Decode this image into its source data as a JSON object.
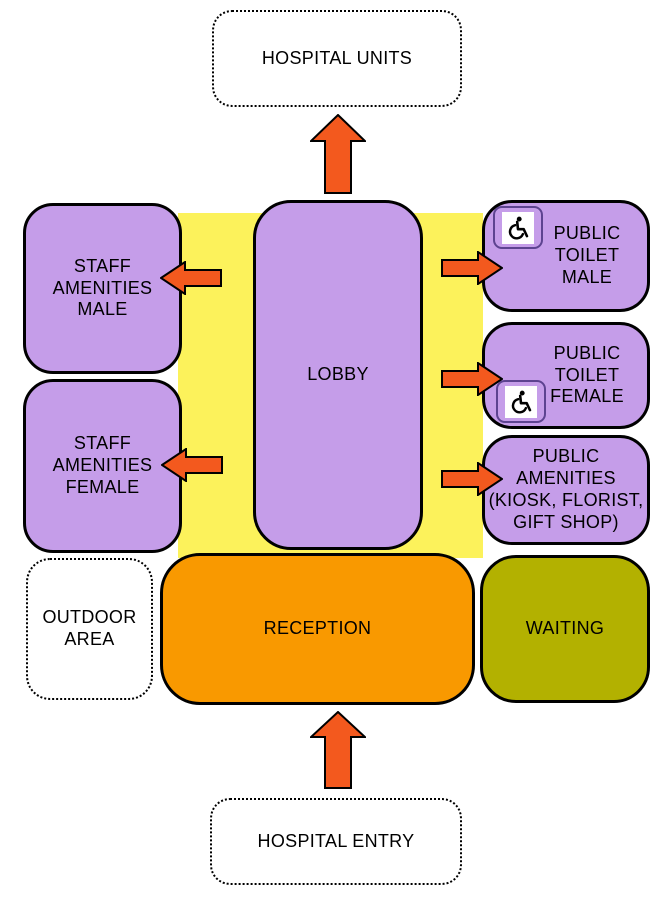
{
  "colors": {
    "room-purple": "#c59de9",
    "corridor-yellow": "#fcf25b",
    "reception-orange": "#f99900",
    "waiting-olive": "#b3b100",
    "arrow-orange": "#f3591e",
    "outline-black": "#000000"
  },
  "nodes": {
    "hospital_units": {
      "label": "HOSPITAL UNITS"
    },
    "staff_amenities_male": {
      "label": "STAFF\nAMENITIES\nMALE"
    },
    "staff_amenities_female": {
      "label": "STAFF\nAMENITIES\nFEMALE"
    },
    "lobby": {
      "label": "LOBBY"
    },
    "public_toilet_male": {
      "label": "PUBLIC\nTOILET\nMALE",
      "icon": "wheelchair-accessible-icon"
    },
    "public_toilet_female": {
      "label": "PUBLIC\nTOILET\nFEMALE",
      "icon": "wheelchair-accessible-icon"
    },
    "public_amenities": {
      "label": "PUBLIC\nAMENITIES\n(KIOSK, FLORIST,\nGIFT SHOP)"
    },
    "outdoor_area": {
      "label": "OUTDOOR\nAREA"
    },
    "reception": {
      "label": "RECEPTION"
    },
    "waiting": {
      "label": "WAITING"
    },
    "hospital_entry": {
      "label": "HOSPITAL ENTRY"
    }
  },
  "arrows": [
    {
      "from": "lobby",
      "to": "hospital_units",
      "direction": "up"
    },
    {
      "from": "lobby",
      "to": "staff_amenities_male",
      "direction": "left"
    },
    {
      "from": "lobby",
      "to": "staff_amenities_female",
      "direction": "left"
    },
    {
      "from": "lobby",
      "to": "public_toilet_male",
      "direction": "right"
    },
    {
      "from": "lobby",
      "to": "public_toilet_female",
      "direction": "right"
    },
    {
      "from": "lobby",
      "to": "public_amenities",
      "direction": "right"
    },
    {
      "from": "hospital_entry",
      "to": "reception",
      "direction": "up"
    }
  ]
}
